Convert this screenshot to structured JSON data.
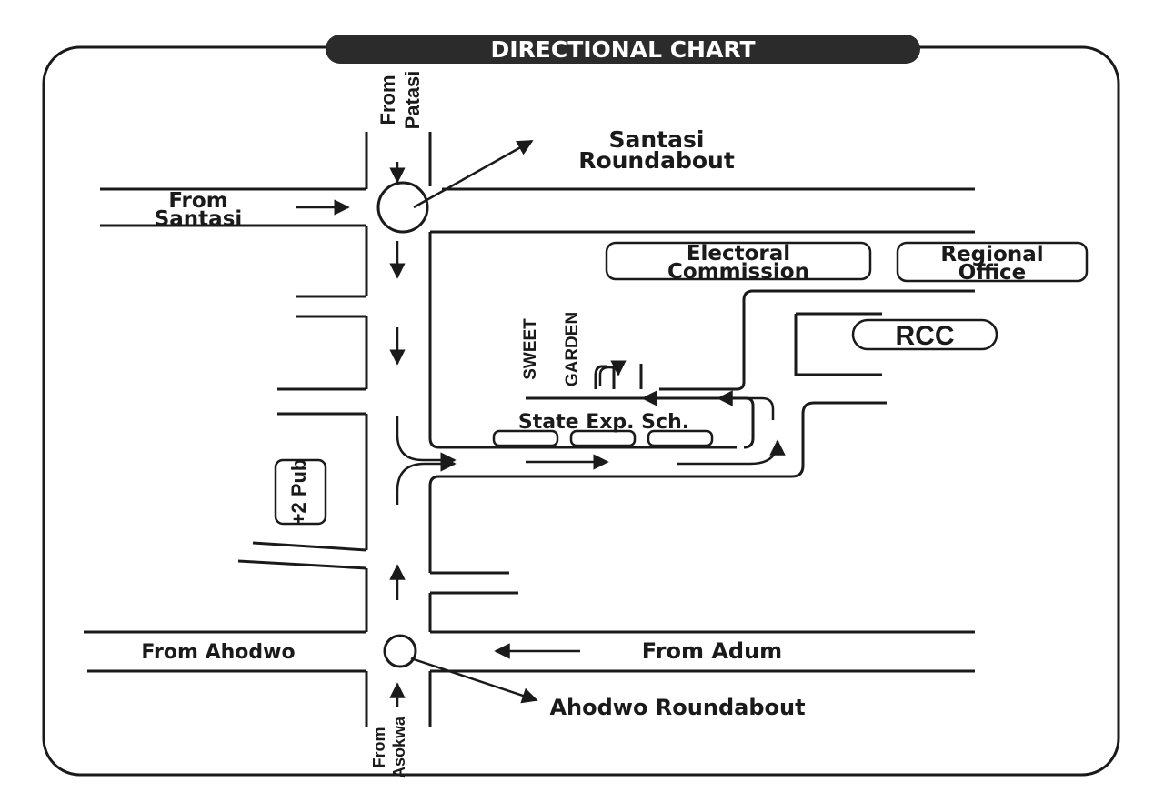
{
  "title": "DIRECTIONAL CHART",
  "labels": {
    "from_patasi_1": "From",
    "from_patasi_2": "Patasi",
    "santasi_roundabout_1": "Santasi",
    "santasi_roundabout_2": "Roundabout",
    "from_santasi_1": "From",
    "from_santasi_2": "Santasi",
    "electoral_1": "Electoral",
    "electoral_2": "Commission",
    "regional_1": "Regional",
    "regional_2": "Office",
    "rcc": "RCC",
    "sweet": "SWEET",
    "garden": "GARDEN",
    "state_exp": "State Exp. Sch.",
    "pub": "+2 Pub",
    "from_ahodwo": "From Ahodwo",
    "from_adum": "From Adum",
    "ahodwo_roundabout": "Ahodwo Roundabout",
    "from_asokwa_1": "From",
    "from_asokwa_2": "Asokwa"
  },
  "colors": {
    "ink": "#1a1a1a",
    "title_bg": "#2b2b2b",
    "title_fg": "#ffffff",
    "paper": "#ffffff"
  }
}
